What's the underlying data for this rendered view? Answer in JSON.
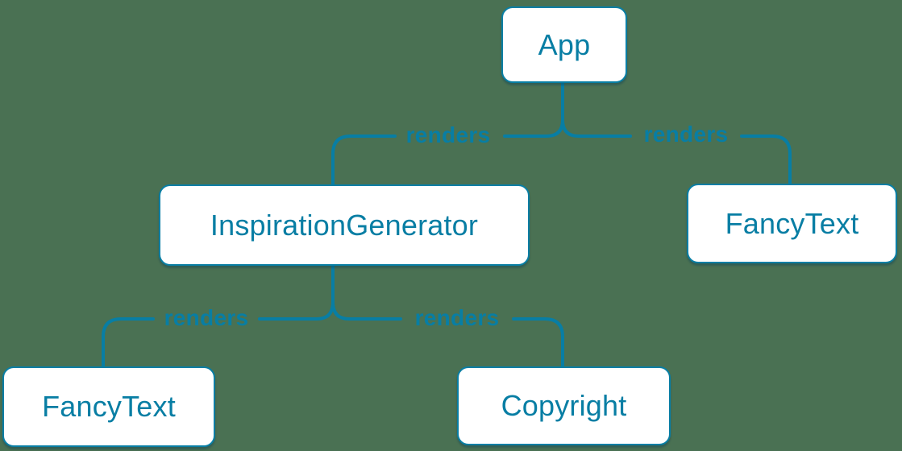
{
  "diagram": {
    "type": "render-tree",
    "colors": {
      "background": "#4a7153",
      "accent": "#087ea4",
      "node_fill": "#ffffff"
    },
    "nodes": [
      {
        "id": "app",
        "label": "App"
      },
      {
        "id": "inspiration-generator",
        "label": "InspirationGenerator"
      },
      {
        "id": "fancy-text-top",
        "label": "FancyText"
      },
      {
        "id": "fancy-text-bottom",
        "label": "FancyText"
      },
      {
        "id": "copyright",
        "label": "Copyright"
      }
    ],
    "edges": [
      {
        "from": "App",
        "to": "InspirationGenerator",
        "label": "renders"
      },
      {
        "from": "App",
        "to": "FancyText",
        "label": "renders"
      },
      {
        "from": "InspirationGenerator",
        "to": "FancyText",
        "label": "renders"
      },
      {
        "from": "InspirationGenerator",
        "to": "Copyright",
        "label": "renders"
      }
    ]
  }
}
